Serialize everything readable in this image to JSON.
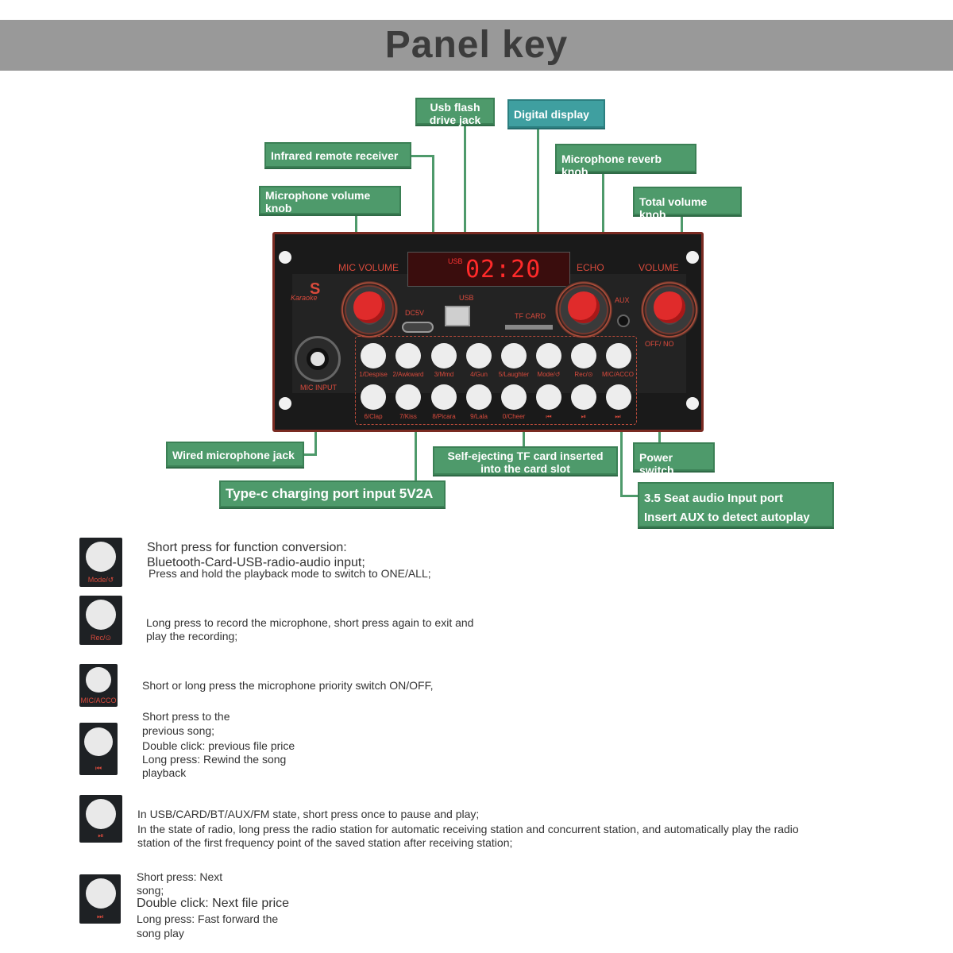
{
  "header": {
    "title": "Panel key"
  },
  "colors": {
    "callout_green": "#4e9a6b",
    "callout_cyan": "#3f9fa0",
    "panel_red": "#d94a3c",
    "display_red": "#ff2a2a"
  },
  "callouts": {
    "usb_flash": [
      "Usb flash",
      "drive jack"
    ],
    "digital_display": "Digital display",
    "infrared": "Infrared remote receiver",
    "mic_reverb": "Microphone reverb knob",
    "mic_volume": [
      "Microphone volume",
      "knob"
    ],
    "total_volume": "Total volume knob",
    "wired_mic": "Wired microphone jack",
    "tf_card": [
      "Self-ejecting TF card inserted",
      "into the card slot"
    ],
    "power_switch": "Power switch",
    "type_c": "Type-c charging port input 5V2A",
    "aux": [
      "3.5 Seat audio Input port",
      "Insert AUX to detect autoplay"
    ]
  },
  "panel": {
    "mic_volume_label": "MIC VOLUME",
    "echo_label": "ECHO",
    "volume_label": "VOLUME",
    "display_text": "02:20",
    "display_usb": "USB",
    "usb_label": "USB",
    "dc5v_label": "DC5V",
    "tf_card_label": "TF CARD",
    "aux_label": "AUX",
    "off_no_label": "OFF/ NO",
    "mic_input_label": "MIC INPUT",
    "karaoke_label": "Karaoke",
    "karaoke_icon": "S",
    "buttons_row1": [
      "1/Despise",
      "2/Awkward",
      "3/Mmd",
      "4/Gun",
      "5/Laughter",
      "Mode/↺",
      "Rec/⊙",
      "MIC/ACCO"
    ],
    "buttons_row2": [
      "6/Clap",
      "7/Kiss",
      "8/Picara",
      "9/Lala",
      "0/Cheer",
      "⏮",
      "⏯",
      "⏭"
    ]
  },
  "legend": [
    {
      "icon_label": "Mode/↺",
      "lines": [
        "Short press for function conversion:",
        "Bluetooth-Card-USB-radio-audio input;",
        "Press and hold the playback mode to switch to ONE/ALL;"
      ]
    },
    {
      "icon_label": "Rec/⊙",
      "lines": [
        "Long press to record the microphone, short press again to exit and",
        "play the recording;"
      ]
    },
    {
      "icon_label": "MIC/ACCO",
      "lines": [
        "Short or long press the microphone priority switch ON/OFF,"
      ]
    },
    {
      "icon_label": "⏮",
      "lines": [
        "Short press to the",
        "previous song;",
        "Double click: previous file price",
        "Long press: Rewind the song",
        "playback"
      ]
    },
    {
      "icon_label": "⏯",
      "lines": [
        "In USB/CARD/BT/AUX/FM state, short press once to pause and play;",
        "In the state of radio, long press the radio station for automatic receiving station and concurrent station, and automatically play the radio",
        "station of the first frequency point of the saved station after receiving station;"
      ]
    },
    {
      "icon_label": "⏭",
      "lines": [
        "Short press: Next",
        "song;",
        "Double click: Next file price",
        "Long press: Fast forward the",
        "song play"
      ]
    }
  ]
}
